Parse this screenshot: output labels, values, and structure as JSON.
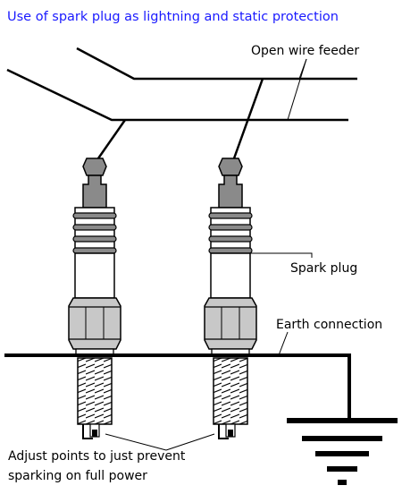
{
  "title": "Use of spark plug as lightning and static protection",
  "labels": {
    "open_wire_feeder": "Open wire feeder",
    "spark_plug": "Spark plug",
    "earth_connection": "Earth connection",
    "adjust_line1": "Adjust points to just prevent",
    "adjust_line2": "sparking on full power"
  },
  "colors": {
    "title": "#1a1aff",
    "insulator": "#808080",
    "body": "#c0c0c0",
    "line": "#000000"
  }
}
